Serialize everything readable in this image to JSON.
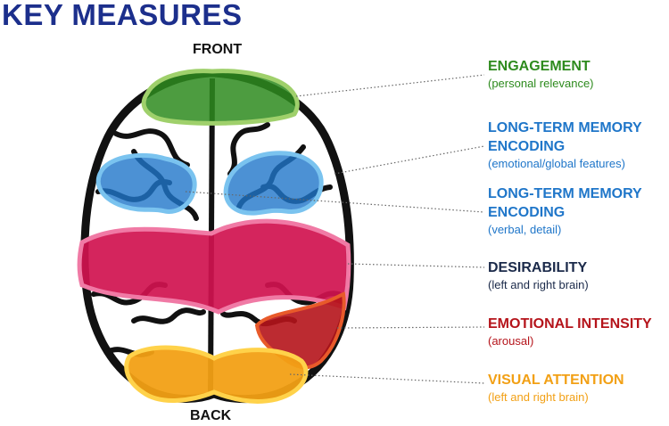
{
  "title": "KEY MEASURES",
  "orientation": {
    "front": "FRONT",
    "back": "BACK"
  },
  "regions": [
    {
      "key": "engagement",
      "title": "ENGAGEMENT",
      "subtitle": "(personal relevance)",
      "color": "#2e8b1e"
    },
    {
      "key": "ltm_global",
      "title": "LONG-TERM MEMORY ENCODING",
      "subtitle": "(emotional/global features)",
      "color": "#1f76c9"
    },
    {
      "key": "ltm_verbal",
      "title": "LONG-TERM MEMORY ENCODING",
      "subtitle": "(verbal, detail)",
      "color": "#1f76c9"
    },
    {
      "key": "desirability",
      "title": "DESIRABILITY",
      "subtitle": "(left and right brain)",
      "color": "#1b2a4a"
    },
    {
      "key": "emotional_intensity",
      "title": "EMOTIONAL INTENSITY",
      "subtitle": "(arousal)",
      "color": "#b5141b"
    },
    {
      "key": "visual_attention",
      "title": "VISUAL ATTENTION",
      "subtitle": "(left and right brain)",
      "color": "#f2a015"
    }
  ]
}
